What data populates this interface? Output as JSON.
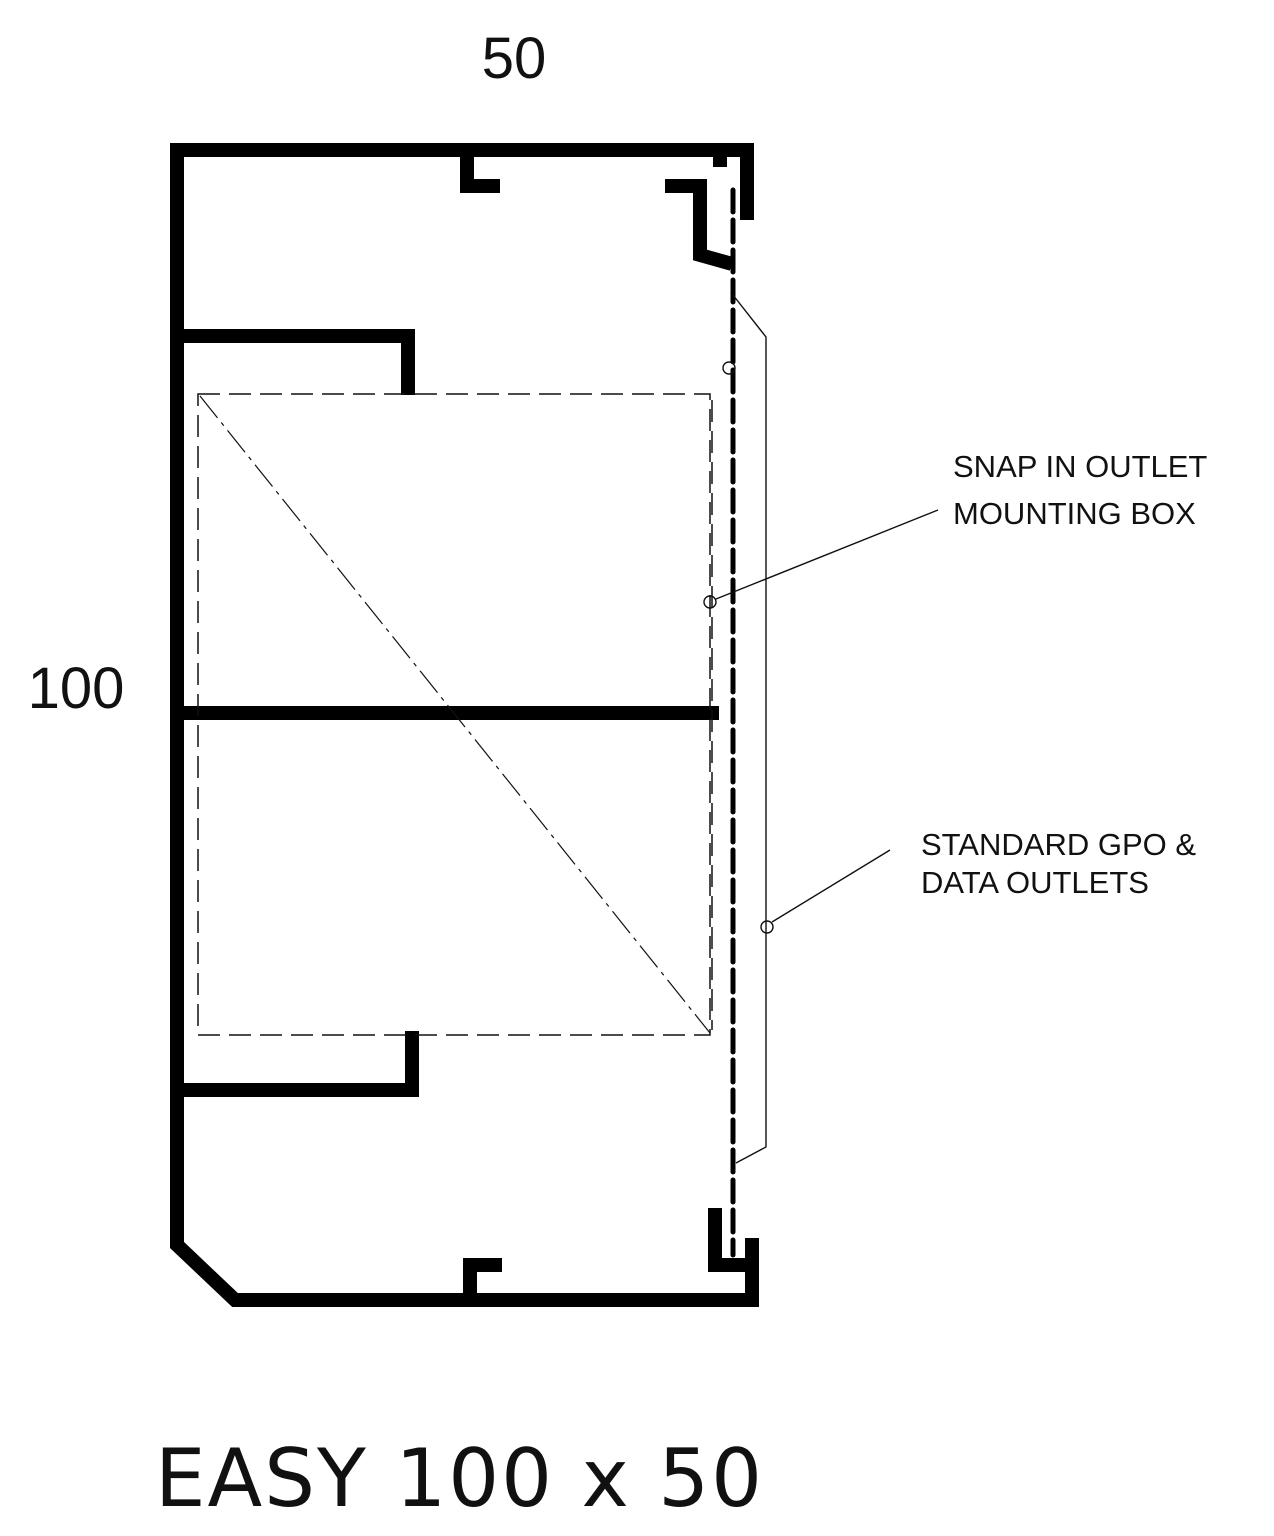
{
  "diagram": {
    "title": "EASY 100 x 50",
    "dimensions": {
      "width_label": "50",
      "height_label": "100"
    },
    "callouts": [
      {
        "id": "mounting-box",
        "lines": [
          "SNAP IN OUTLET",
          "MOUNTING BOX"
        ]
      },
      {
        "id": "outlets",
        "lines": [
          "STANDARD GPO &",
          "DATA OUTLETS"
        ]
      }
    ],
    "colors": {
      "ink": "#000000",
      "paper": "#ffffff"
    }
  }
}
